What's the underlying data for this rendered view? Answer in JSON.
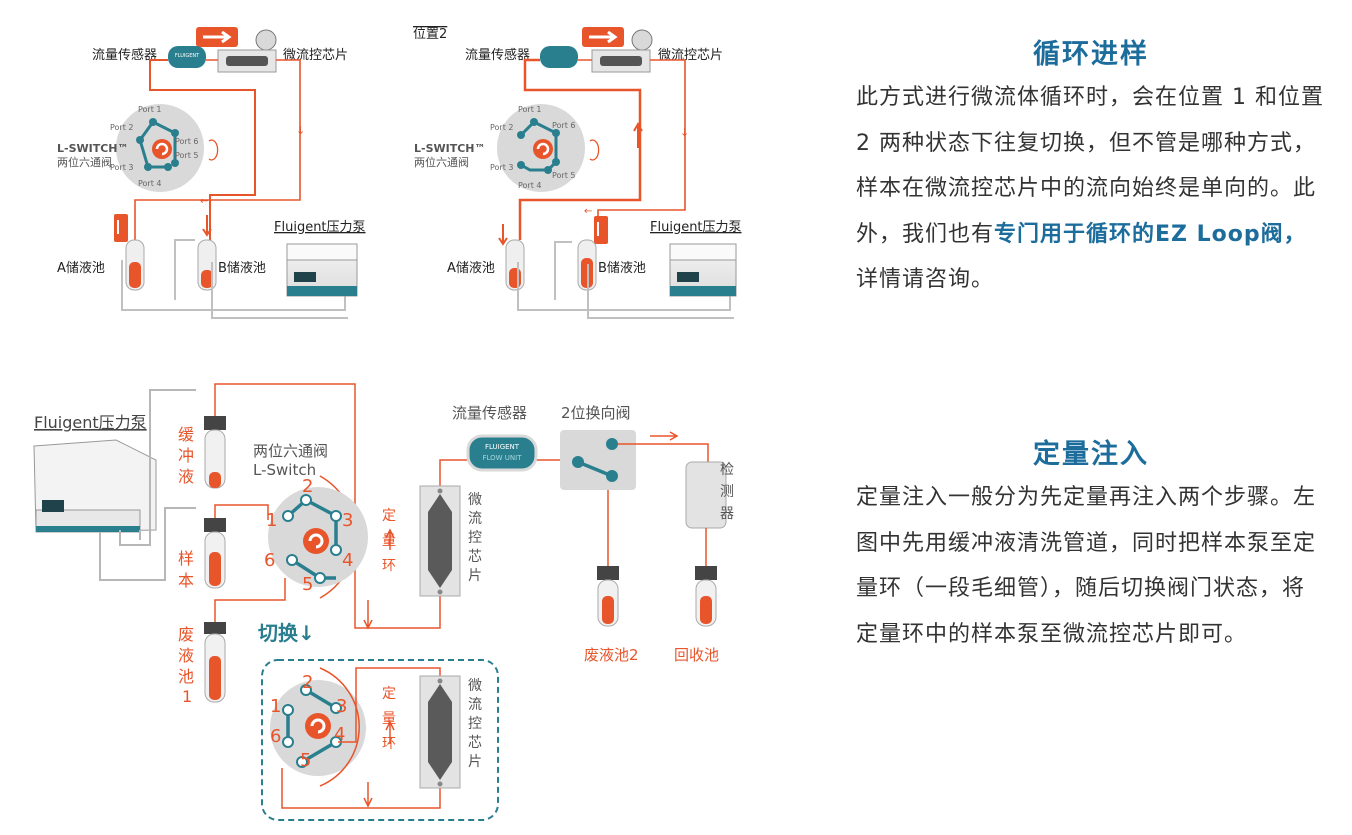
{
  "top_left": {
    "flow_sensor": "流量传感器",
    "chip": "微流控芯片",
    "valve_name": "L-SWITCH™",
    "valve_desc": "两位六通阀",
    "ports": [
      "Port 1",
      "Port 2",
      "Port 3",
      "Port 4",
      "Port 5",
      "Port 6"
    ],
    "reservoir_a": "A储液池",
    "reservoir_b": "B储液池",
    "pump": "Fluigent压力泵",
    "sensor_brand": "FLUIGENT"
  },
  "top_mid": {
    "position_label": "位置2",
    "flow_sensor": "流量传感器",
    "chip": "微流控芯片",
    "valve_name": "L-SWITCH™",
    "valve_desc": "两位六通阀",
    "ports": [
      "Port 1",
      "Port 2",
      "Port 3",
      "Port 4",
      "Port 5",
      "Port 6"
    ],
    "reservoir_a": "A储液池",
    "reservoir_b": "B储液池",
    "pump": "Fluigent压力泵"
  },
  "bottom": {
    "pump": "Fluigent压力泵",
    "buffer_label": [
      "缓",
      "冲",
      "液"
    ],
    "sample_label": [
      "样",
      "本"
    ],
    "waste1_label": [
      "废",
      "液",
      "池",
      "1"
    ],
    "valve_desc": "两位六通阀",
    "valve_name": "L-Switch",
    "port_numbers": [
      "1",
      "2",
      "3",
      "4",
      "5",
      "6"
    ],
    "loop_label": [
      "定",
      "量",
      "环"
    ],
    "chip_label": [
      "微",
      "流",
      "控",
      "芯",
      "片"
    ],
    "flow_sensor": "流量传感器",
    "sensor_brand": "FLUIGENT",
    "sensor_unit": "FLOW UNIT",
    "two_way_valve": "2位换向阀",
    "detector_label": [
      "检",
      "测",
      "器"
    ],
    "waste2": "废液池2",
    "recovery": "回收池",
    "switch_label": "切换↓"
  },
  "side1": {
    "title": "循环进样",
    "text_a": "此方式进行微流体循环时，会在位置 1 和位置 2 两种状态下往复切换，但不管是哪种方式，样本在微流控芯片中的流向始终是单向的。此外，我们也有",
    "highlight": "专门用于循环的EZ Loop阀，",
    "text_b": "详情请咨询。"
  },
  "side2": {
    "title": "定量注入",
    "text": "定量注入一般分为先定量再注入两个步骤。左图中先用缓冲液清洗管道，同时把样本泵至定量环（一段毛细管），随后切换阀门状态，将定量环中的样本泵至微流控芯片即可。"
  },
  "colors": {
    "orange": "#e8552b",
    "teal": "#2a7f8f",
    "blue_text": "#1d6d9c",
    "grey": "#c8c8c8"
  }
}
